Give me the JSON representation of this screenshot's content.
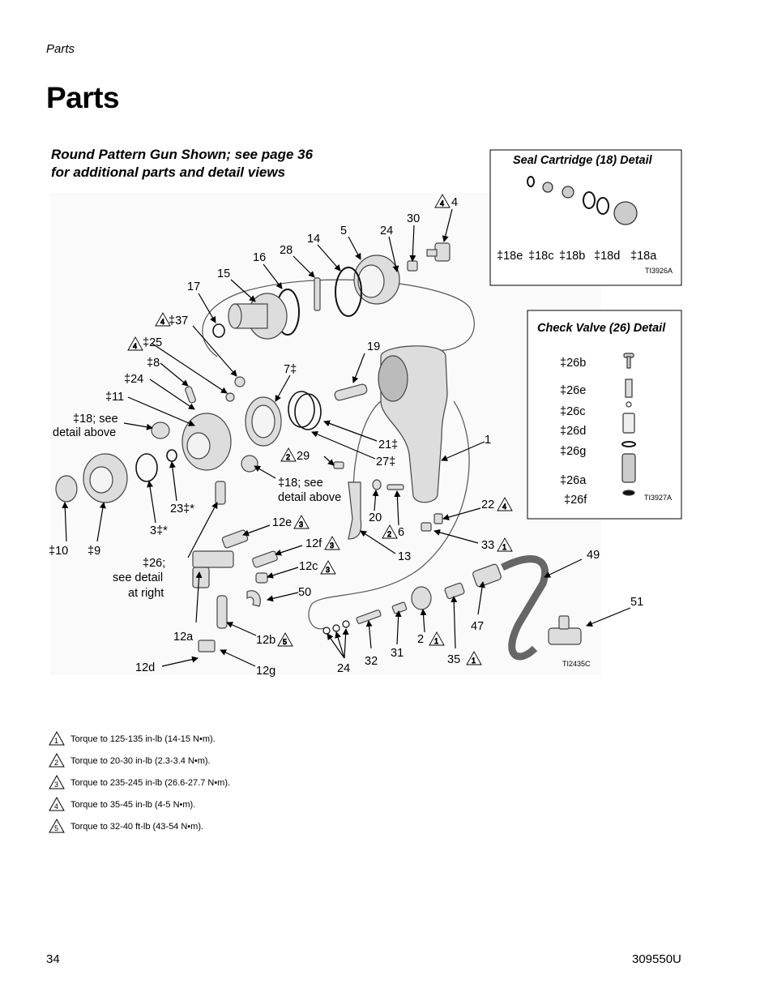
{
  "header": {
    "running_head": "Parts",
    "title": "Parts"
  },
  "caption": {
    "line1": "Round Pattern Gun Shown; see page 36",
    "line2": "for additional parts and detail views"
  },
  "seal_box": {
    "title": "Seal Cartridge (18) Detail",
    "labels": [
      "‡18e",
      "‡18c",
      "‡18b",
      "‡18d",
      "‡18a"
    ],
    "figure_id": "TI3926A"
  },
  "check_box": {
    "title": "Check Valve (26) Detail",
    "labels": [
      "‡26b",
      "‡26e",
      "‡26c",
      "‡26d",
      "‡26g",
      "‡26a",
      "‡26f"
    ],
    "figure_id": "TI3927A"
  },
  "main_figure_id": "TI2435C",
  "callouts": {
    "c4": "4",
    "c30": "30",
    "c24a": "24",
    "c5": "5",
    "c14": "14",
    "c28": "28",
    "c16": "16",
    "c15": "15",
    "c17": "17",
    "c37": "‡37",
    "c25": "‡25",
    "c8": "‡8",
    "c24b": "‡24",
    "c11": "‡11",
    "c18a_1": "‡18; see",
    "c18a_2": "detail above",
    "c10": "‡10",
    "c9": "‡9",
    "c3": "3‡*",
    "c23": "23‡*",
    "c26_1": "‡26;",
    "c26_2": "see detail",
    "c26_3": "at right",
    "c7": "7‡",
    "c19": "19",
    "c29": "29",
    "c18b_1": "‡18; see",
    "c18b_2": "detail above",
    "c21": "21‡",
    "c27": "27‡",
    "c1": "1",
    "c20": "20",
    "c6": "6",
    "c13": "13",
    "c22": "22",
    "c33": "33",
    "c49": "49",
    "c51": "51",
    "c47": "47",
    "c2": "2",
    "c35": "35",
    "c31": "31",
    "c32": "32",
    "c24c": "24",
    "c12e": "12e",
    "c12f": "12f",
    "c12c": "12c",
    "c50": "50",
    "c12a": "12a",
    "c12b": "12b",
    "c12d": "12d",
    "c12g": "12g"
  },
  "legend": [
    {
      "num": "1",
      "text": "Torque to 125-135 in-lb (14-15 N•m)."
    },
    {
      "num": "2",
      "text": "Torque to 20-30 in-lb (2.3-3.4 N•m)."
    },
    {
      "num": "3",
      "text": "Torque to 235-245 in-lb (26.6-27.7 N•m)."
    },
    {
      "num": "4",
      "text": "Torque to 35-45 in-lb (4-5 N•m)."
    },
    {
      "num": "5",
      "text": "Torque to 32-40 ft-lb (43-54 N•m)."
    }
  ],
  "footer": {
    "page_number": "34",
    "doc_number": "309550U"
  }
}
